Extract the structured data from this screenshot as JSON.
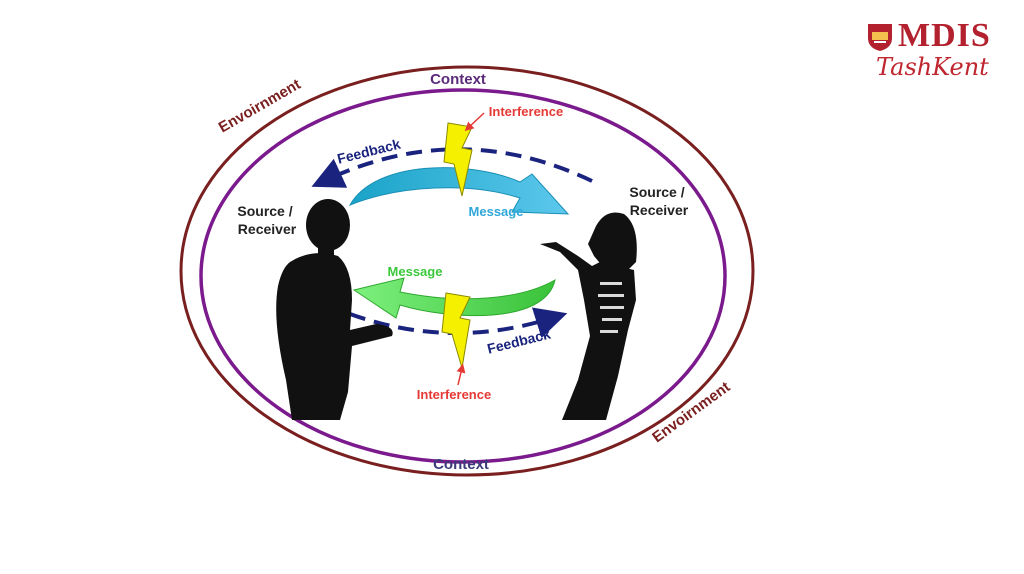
{
  "logo": {
    "brand": "MDIS",
    "city": "TashKent",
    "colors": {
      "red": "#b3202e"
    }
  },
  "diagram": {
    "environment_top": "Envoirnment",
    "environment_bottom": "Envoirnment",
    "context_top": "Context",
    "context_bottom": "Context",
    "interference_top": "Interference",
    "interference_bottom": "Interference",
    "feedback_top": "Feedback",
    "feedback_bottom": "Feedback",
    "message_top": "Message",
    "message_bottom": "Message",
    "left_role_line1": "Source /",
    "left_role_line2": "Receiver",
    "right_role_line1": "Source /",
    "right_role_line2": "Receiver",
    "colors": {
      "environment": "#7a1f1f",
      "context": "#7a1a8c",
      "feedback": "#1a237e",
      "interference": "#e53935",
      "message_top": "#2fa8d8",
      "message_bottom": "#3cc83c",
      "lightning": "#f5f000"
    }
  }
}
